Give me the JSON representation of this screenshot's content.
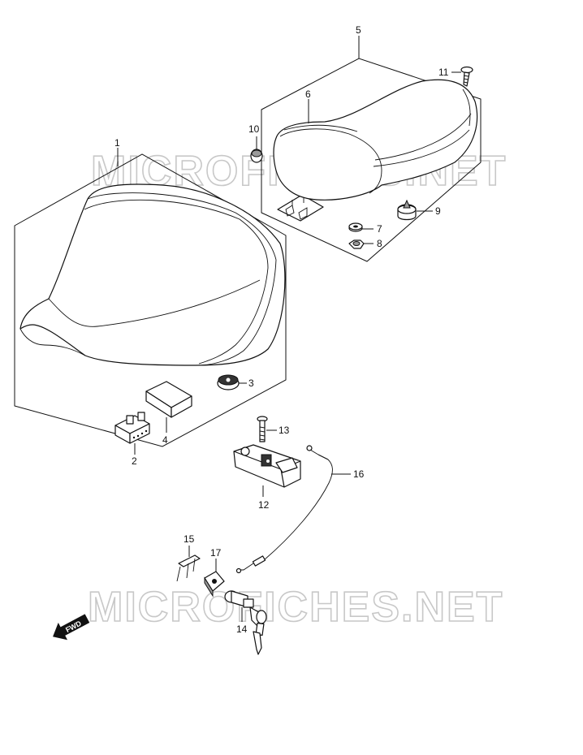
{
  "watermark": {
    "text": "MICROFICHES.NET"
  },
  "fwd_marker": {
    "text": "FWD"
  },
  "callouts": {
    "c1": "1",
    "c2": "2",
    "c3": "3",
    "c4": "4",
    "c5": "5",
    "c6": "6",
    "c7": "7",
    "c8": "8",
    "c9": "9",
    "c10": "10",
    "c11": "11",
    "c12": "12",
    "c13": "13",
    "c14": "14",
    "c15": "15",
    "c16": "16",
    "c17": "17"
  }
}
